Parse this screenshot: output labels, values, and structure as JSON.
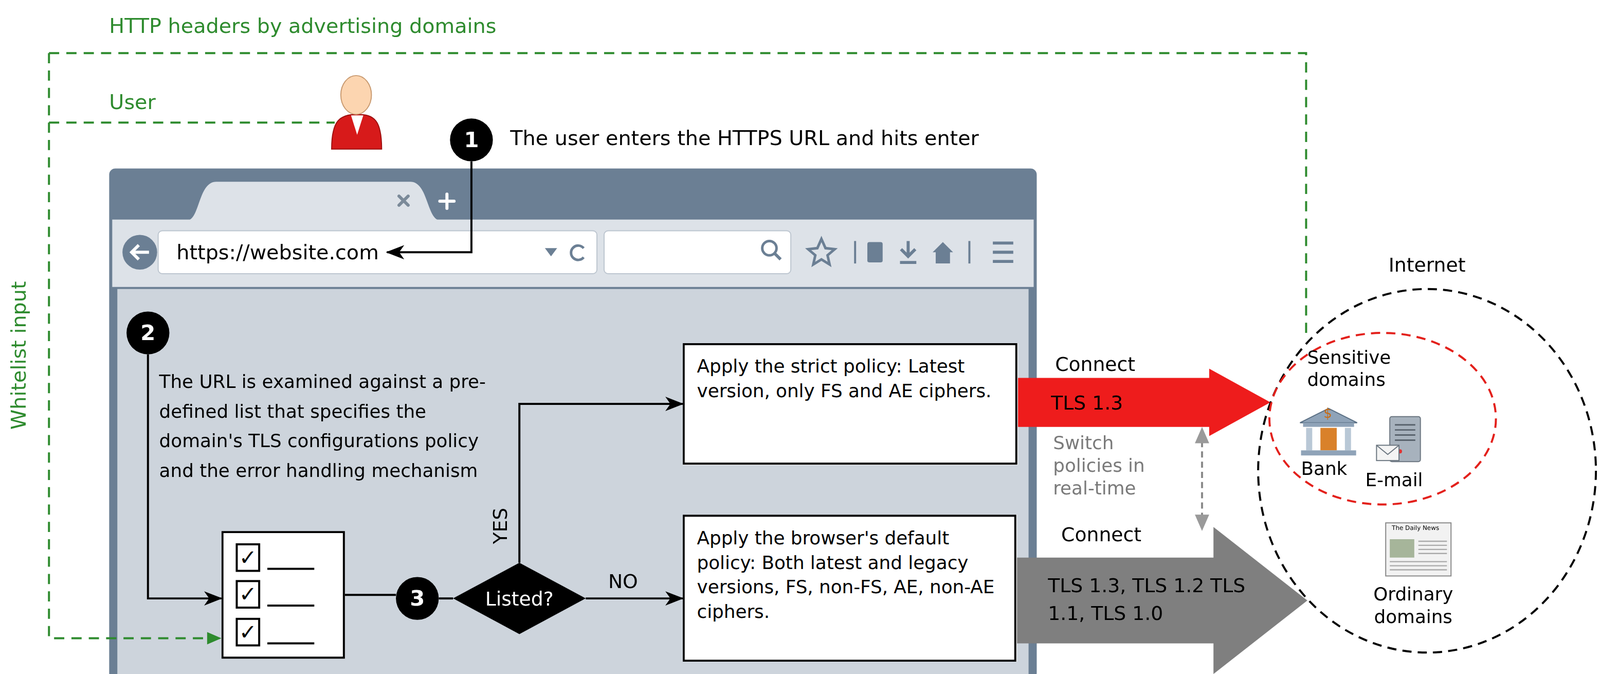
{
  "diagram": {
    "nodes": [
      {
        "text": [
          "1"
        ]
      },
      {
        "text": [
          "https://website.com"
        ]
      },
      {
        "text": [
          "2"
        ]
      },
      {
        "text": [
          "✓",
          "✓",
          "✓"
        ]
      },
      {
        "text": [
          "3"
        ]
      },
      {
        "text": [
          "Listed?"
        ]
      },
      {
        "text": [
          "Apply the strict policy: Latest version, only FS and AE ciphers."
        ]
      },
      {
        "text": [
          "Apply the browser's default policy: Both latest and legacy versions, FS, non-FS, AE, non-AE ciphers."
        ]
      },
      {
        "text": [
          "Internet"
        ]
      },
      {
        "text": [
          "Sensitive domains"
        ],
        "in": 8
      }
    ],
    "edges": [
      {
        "from": 0,
        "to": 1,
        "arrow": "to"
      },
      {
        "from": 2,
        "to": 3,
        "arrow": "to"
      },
      {
        "from": 3,
        "to": 4,
        "arrow": "none"
      },
      {
        "from": 4,
        "to": 5,
        "arrow": "none"
      },
      {
        "from": 5,
        "to": 6,
        "label": "YES",
        "arrow": "to"
      },
      {
        "from": 5,
        "to": 7,
        "label": "NO",
        "arrow": "to"
      },
      {
        "from": 6,
        "to": 9,
        "label": "Connect",
        "arrow": "to"
      },
      {
        "from": 7,
        "to": 8,
        "label": "Connect",
        "arrow": "to"
      }
    ],
    "labels": [
      "HTTP headers by advertising domains",
      "User",
      "Whitelist input",
      "The user enters the HTTPS URL and hits enter",
      "The URL is examined against a pre-defined list that specifies the domain's TLS configurations policy and the error handling mechanism",
      "TLS 1.3",
      "TLS 1.3, TLS 1.2 TLS 1.1, TLS 1.0",
      "Switch policies in real-time",
      "Bank",
      "E-mail",
      "Ordinary domains",
      "$",
      "The Daily News"
    ]
  }
}
